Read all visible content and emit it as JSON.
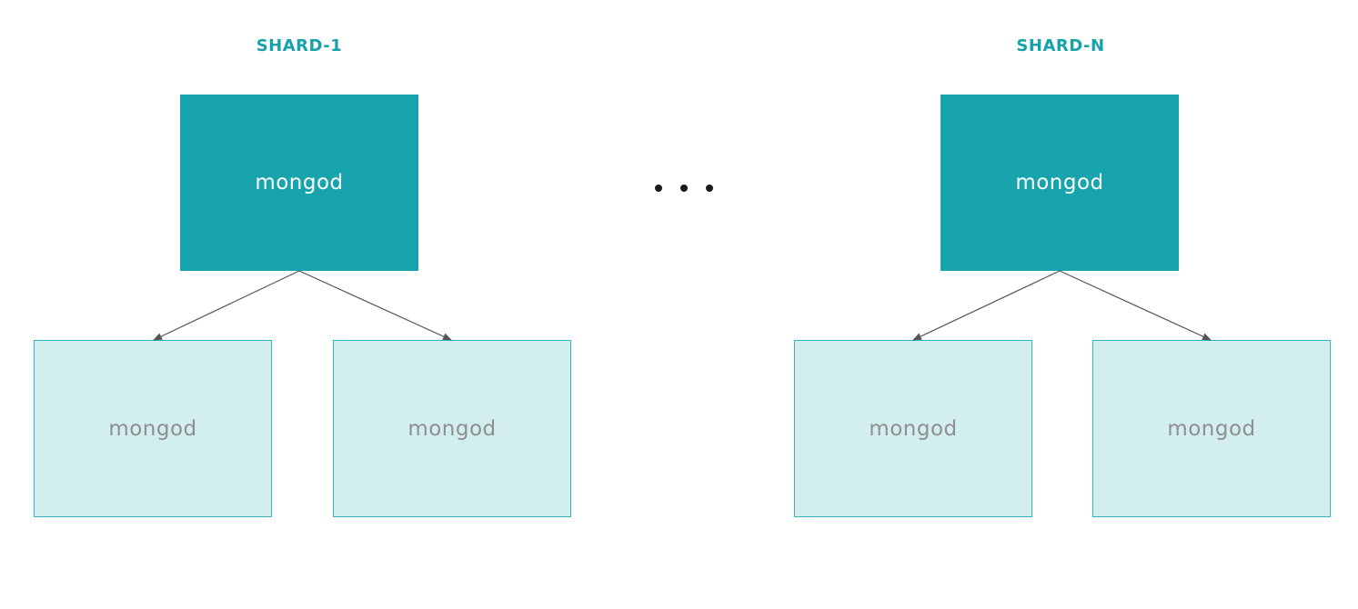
{
  "shards": [
    {
      "title": "SHARD-1",
      "primary": {
        "label": "mongod"
      },
      "secondaries": [
        {
          "label": "mongod"
        },
        {
          "label": "mongod"
        }
      ]
    },
    {
      "title": "SHARD-N",
      "primary": {
        "label": "mongod"
      },
      "secondaries": [
        {
          "label": "mongod"
        },
        {
          "label": "mongod"
        }
      ]
    }
  ],
  "colors": {
    "accent": "#17a4ad",
    "secondary_fill": "#d2eeee",
    "secondary_border": "#2fb5bd",
    "secondary_text": "#8f8f8f",
    "connector": "#555555"
  }
}
